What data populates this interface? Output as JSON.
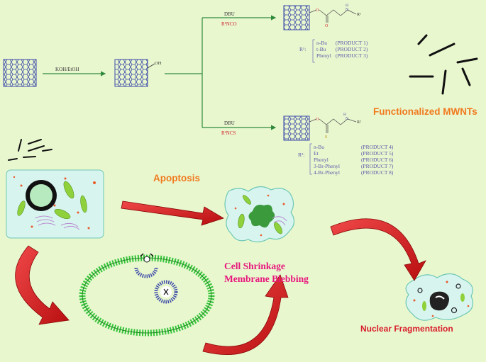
{
  "reaction": {
    "koh_label": "KOH/EtOH",
    "oh_label": "OH",
    "upper_reagent_top": "DBU",
    "upper_reagent_bottom": "R¹NCO",
    "lower_reagent_top": "DBU",
    "lower_reagent_bottom": "R²NCS",
    "upper_product_r": "R¹",
    "lower_product_r": "R²",
    "upper_list_label": "R¹:",
    "upper_products": [
      {
        "group": "n-Bu",
        "product": "(PRODUCT 1)"
      },
      {
        "group": "t-Bu",
        "product": "(PRODUCT 2)"
      },
      {
        "group": "Phenyl",
        "product": "(PRODUCT 3)"
      }
    ],
    "lower_list_label": "R²:",
    "lower_products": [
      {
        "group": "n-Bu",
        "product": "(PRODUCT 4)"
      },
      {
        "group": "Et",
        "product": "(PRODUCT 5)"
      },
      {
        "group": "Phenyl",
        "product": "(PRODUCT 6)"
      },
      {
        "group": "3-Br-Phenyl",
        "product": "(PRODUCT 7)"
      },
      {
        "group": "4-Br-Phenyl",
        "product": "(PRODUCT 8)"
      }
    ],
    "atom_o": "O",
    "atom_h": "H",
    "atom_n": "N",
    "atom_s": "S"
  },
  "labels": {
    "functionalized": "Functionalized  MWNTs",
    "apoptosis": "Apoptosis",
    "cell_shrinkage": "Cell Shrinkage",
    "membrane_blebbing": "Membrane Blebbing",
    "nuclear_fragmentation": "Nuclear Fragmentation"
  },
  "colors": {
    "background": "#e9f7cf",
    "nanotube": "#3b4aa8",
    "arrow_green": "#2f8a3c",
    "red_arrow": "#d81e1e",
    "cell_fill": "#d8f4ef",
    "cell_border": "#6cc8b4",
    "organelle": "#8fd13a",
    "membrane": "#36c43a"
  }
}
